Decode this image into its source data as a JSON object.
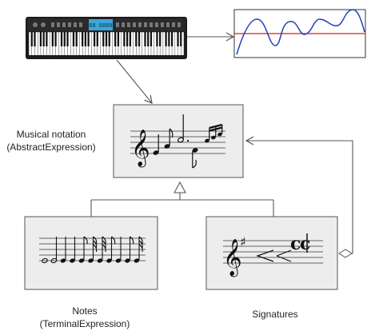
{
  "keyboard": {
    "display_text": "88 8888"
  },
  "labels": {
    "musical_notation": [
      "Musical notation",
      "(AbstractExpression)"
    ],
    "notes": [
      "Notes",
      "(TerminalExpression)"
    ],
    "signatures": [
      "Signatures"
    ]
  },
  "colors": {
    "box_fill": "#ededed",
    "box_stroke": "#555555",
    "arrow": "#555555",
    "signal_line": "#1f3fbf",
    "reference_line": "#d81e1e",
    "keyboard_body": "#1b1b1b",
    "keyboard_display": "#3ea6d8"
  },
  "icons": [
    "keyboard-icon",
    "waveform-icon",
    "treble-clef-icon",
    "sharp-icon",
    "common-time-icon",
    "crescendo-icon",
    "decrescendo-icon"
  ]
}
